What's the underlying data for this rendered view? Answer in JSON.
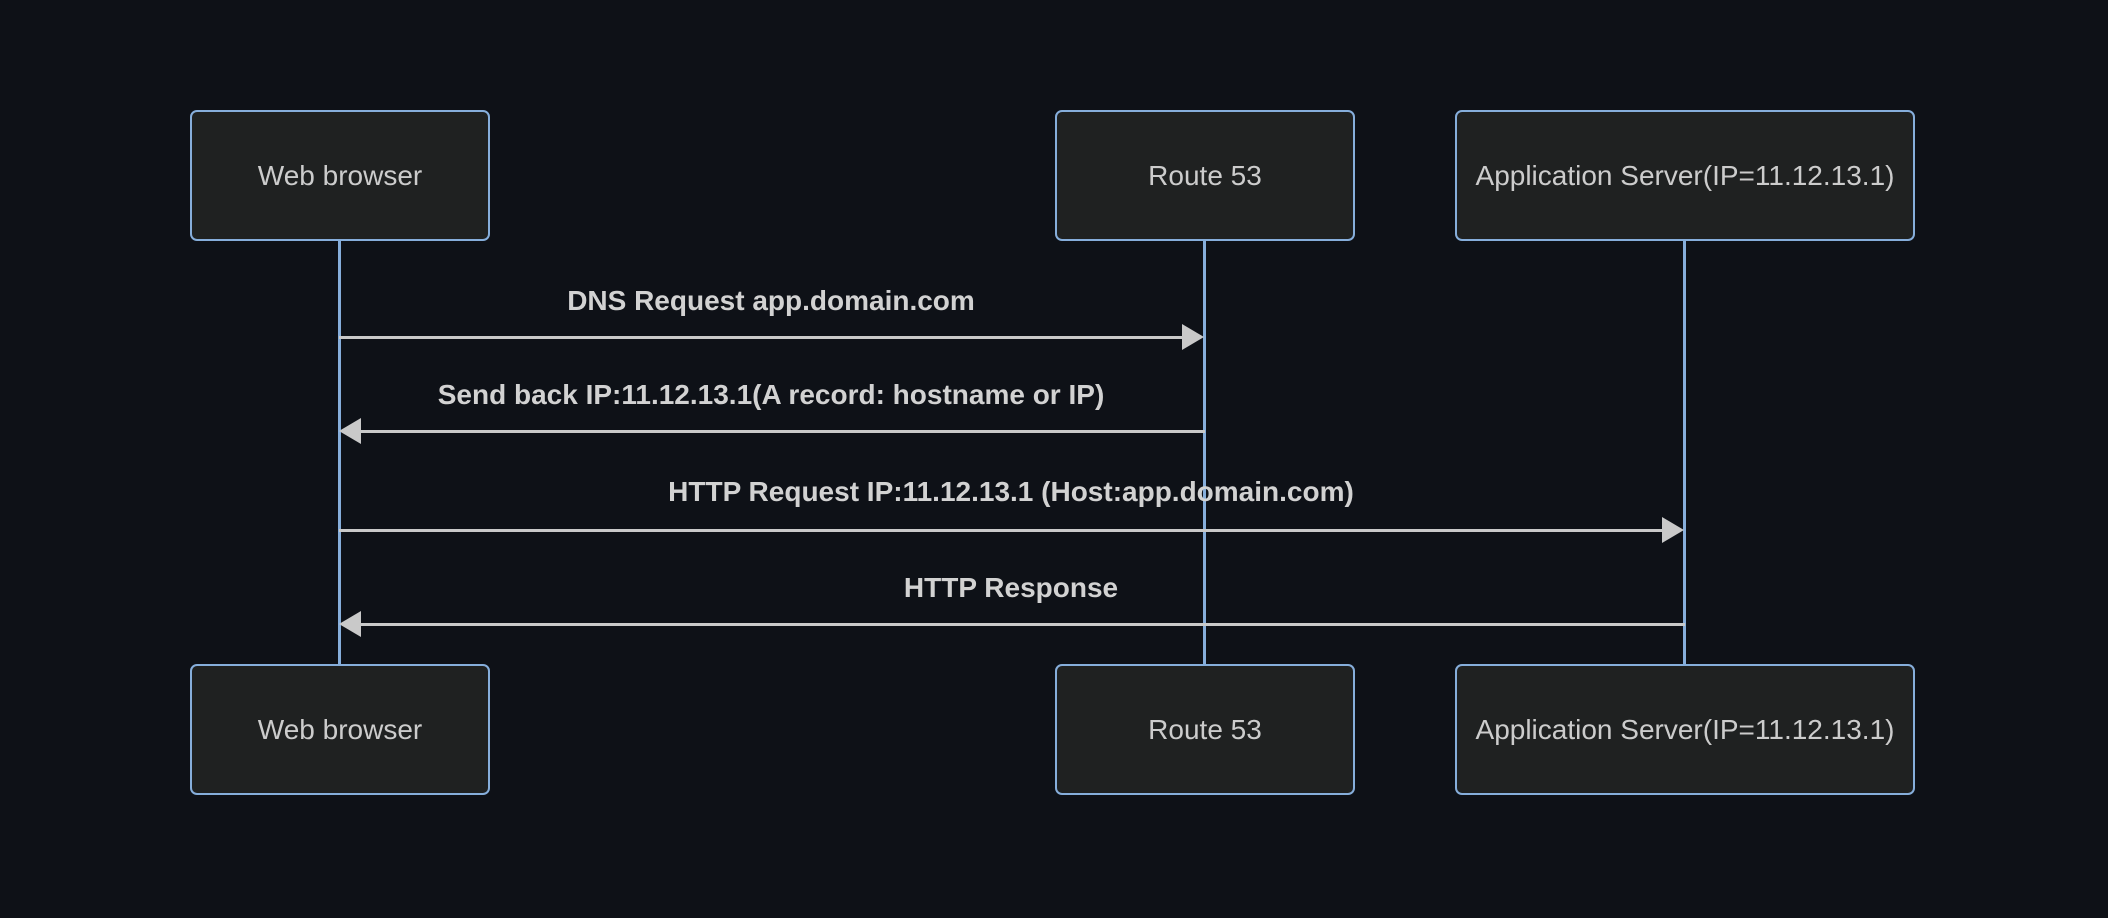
{
  "diagram": {
    "kind": "sequence-diagram",
    "actors": [
      {
        "id": "web-browser",
        "label": "Web browser"
      },
      {
        "id": "route53",
        "label": "Route 53"
      },
      {
        "id": "app-server",
        "label": "Application Server(IP=11.12.13.1)"
      }
    ],
    "messages": [
      {
        "from": "Web browser",
        "to": "Route 53",
        "label": "DNS Request app.domain.com",
        "direction": "right"
      },
      {
        "from": "Route 53",
        "to": "Web browser",
        "label": "Send back IP:11.12.13.1(A record: hostname or IP)",
        "direction": "left"
      },
      {
        "from": "Web browser",
        "to": "Application Server(IP=11.12.13.1)",
        "label": "HTTP Request IP:11.12.13.1 (Host:app.domain.com)",
        "direction": "right"
      },
      {
        "from": "Application Server(IP=11.12.13.1)",
        "to": "Web browser",
        "label": "HTTP Response",
        "direction": "left"
      }
    ],
    "colors": {
      "background": "#0e1117",
      "actor_fill": "#1f2121",
      "actor_border": "#86aedb",
      "lifeline": "#86aedb",
      "signal": "#c9c9c9",
      "text": "#cccccc"
    }
  }
}
